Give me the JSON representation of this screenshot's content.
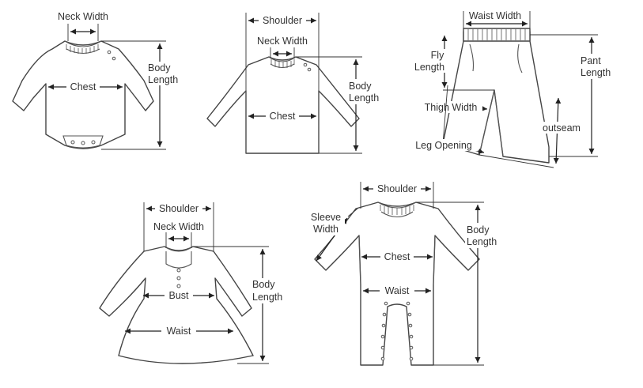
{
  "diagrams": {
    "bodysuit": {
      "neck_width": "Neck Width",
      "chest": "Chest",
      "body_length_1": "Body",
      "body_length_2": "Length"
    },
    "top": {
      "shoulder": "Shoulder",
      "neck_width": "Neck Width",
      "chest": "Chest",
      "body_length_1": "Body",
      "body_length_2": "Length"
    },
    "pants": {
      "waist_width": "Waist Width",
      "fly_1": "Fly",
      "fly_2": "Length",
      "pant_length_1": "Pant",
      "pant_length_2": "Length",
      "thigh_width": "Thigh Width",
      "outseam": "outseam",
      "leg_opening": "Leg Opening"
    },
    "dress": {
      "shoulder": "Shoulder",
      "neck_width": "Neck Width",
      "bust": "Bust",
      "waist": "Waist",
      "body_length_1": "Body",
      "body_length_2": "Length"
    },
    "romper": {
      "shoulder": "Shoulder",
      "sleeve_width_1": "Sleeve",
      "sleeve_width_2": "Width",
      "chest": "Chest",
      "waist": "Waist",
      "body_length_1": "Body",
      "body_length_2": "Length"
    }
  }
}
